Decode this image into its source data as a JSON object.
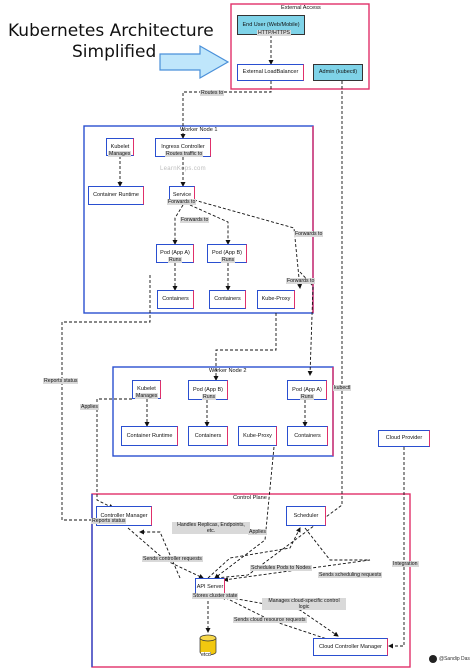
{
  "title": {
    "line1": "Kubernetes Architecture",
    "line2": "Simplified"
  },
  "regions": {
    "external_access": "External Access",
    "worker_node_1": "Worker Node 1",
    "worker_node_2": "Worker Node 2",
    "control_plane": "Control Plane"
  },
  "nodes": {
    "end_user": "End User (Web/Mobile)",
    "external_lb": "External LoadBalancer",
    "admin": "Admin (kubectl)",
    "kubelet1": "Kubelet",
    "ingress": "Ingress Controller",
    "container_runtime1": "Container Runtime",
    "service": "Service",
    "pod_a1": "Pod (App A)",
    "pod_b1": "Pod (App B)",
    "containers1a": "Containers",
    "containers1b": "Containers",
    "kube_proxy1": "Kube-Proxy",
    "kubelet2": "Kubelet",
    "pod_b2": "Pod (App B)",
    "pod_a2": "Pod (App A)",
    "container_runtime2": "Container Runtime",
    "containers2a": "Containers",
    "kube_proxy2": "Kube-Proxy",
    "containers2b": "Containers",
    "cloud_provider": "Cloud Provider",
    "controller_manager": "Controller Manager",
    "scheduler": "Scheduler",
    "api_server": "API Server",
    "etcd": "etcd",
    "cloud_controller_manager": "Cloud Controller Manager"
  },
  "edges": {
    "https": "HTTP/HTTPS",
    "routes_to": "Routes to",
    "manages1": "Manages",
    "routes_traffic_to": "Routes traffic to",
    "forwards_to1": "Forwards to",
    "forwards_to2": "Forwards to",
    "forwards_to3": "Forwards to",
    "forwards_to4": "Forwards to",
    "runs1": "Runs",
    "runs2": "Runs",
    "manages2": "Manages",
    "runs3": "Runs",
    "runs4": "Runs",
    "reports_status1": "Reports status",
    "applies1": "Applies",
    "kubectl": "kubectl",
    "reports_status2": "Reports status",
    "handles_replicas": "Handles Replicas, Endpoints, etc.",
    "applies2": "Applies",
    "sends_controller_requests": "Sends controller requests",
    "schedules_pods": "Schedules Pods to Nodes",
    "sends_scheduling_requests": "Sends scheduling requests",
    "integration": "Integration",
    "stores_cluster_state": "Stores cluster state",
    "manages_cloud_logic": "Manages cloud-specific control logic",
    "sends_cloud_requests": "Sends cloud resource requests"
  },
  "watermark": "LearnKops.com",
  "credit": "@Sandip Das",
  "colors": {
    "accent_blue": "#2a4fd0",
    "accent_pink": "#e0306a",
    "user_box": "#7fd3e8",
    "label_bg": "#d9d9d9",
    "etcd": "#f2c80f"
  }
}
